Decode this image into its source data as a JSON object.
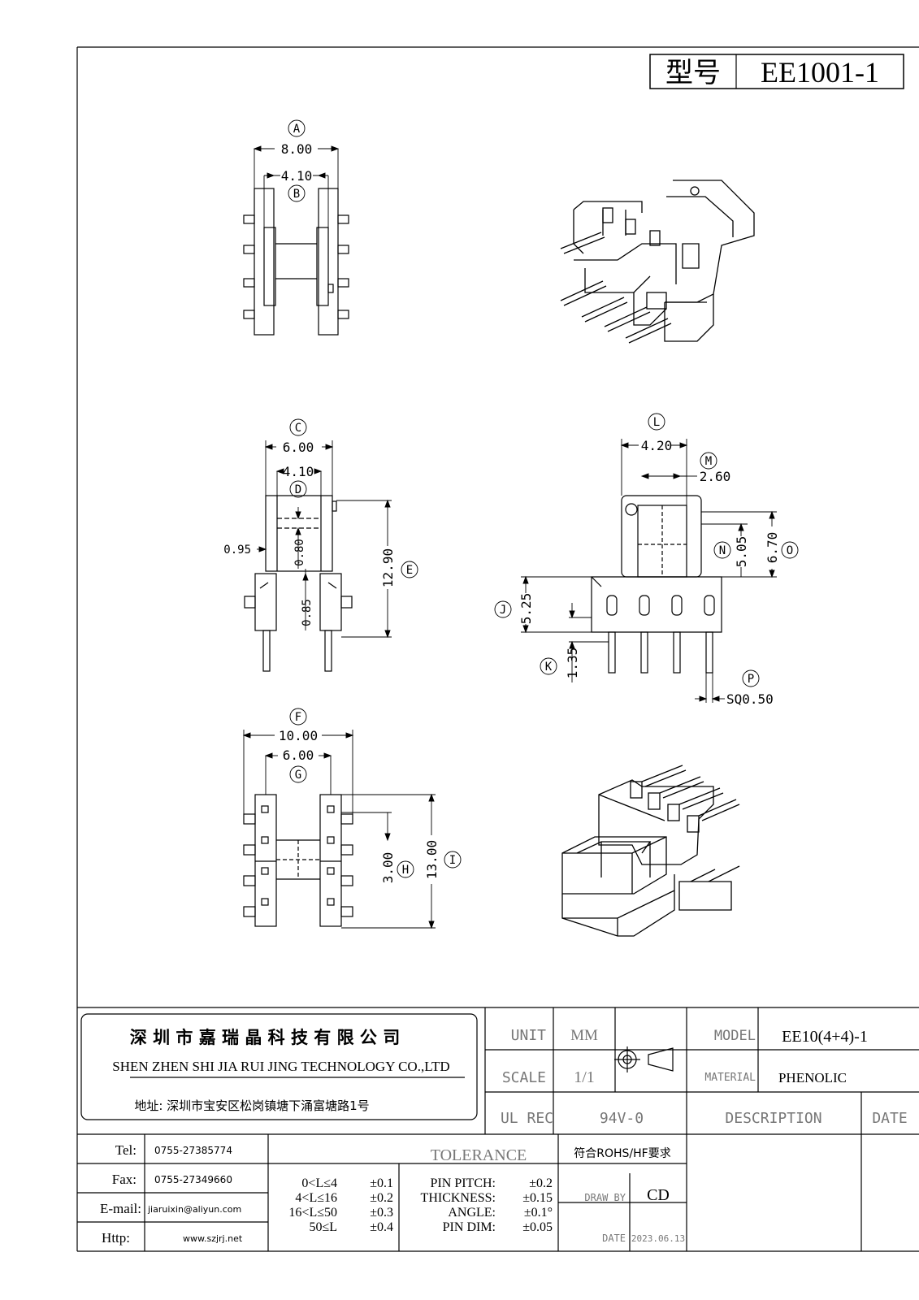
{
  "header": {
    "model_label": "型号",
    "model_value": "EE1001-1"
  },
  "views": {
    "top": {
      "dims": [
        {
          "id": "A",
          "value": "8.00"
        },
        {
          "id": "B",
          "value": "4.10"
        }
      ]
    },
    "front": {
      "dims": [
        {
          "id": "C",
          "value": "6.00"
        },
        {
          "id": "D",
          "value": "4.10"
        },
        {
          "id": "E",
          "value": "12.90"
        },
        {
          "value": "0.95"
        },
        {
          "value": "0.80"
        },
        {
          "value": "0.85"
        }
      ]
    },
    "side": {
      "dims": [
        {
          "id": "L",
          "value": "4.20"
        },
        {
          "id": "M",
          "value": "2.60"
        },
        {
          "id": "N",
          "value": "5.05"
        },
        {
          "id": "O",
          "value": "6.70"
        },
        {
          "id": "J",
          "value": "5.25"
        },
        {
          "id": "K",
          "value": "1.35"
        },
        {
          "id": "P",
          "value": "SQ0.50"
        }
      ]
    },
    "bottom": {
      "dims": [
        {
          "id": "F",
          "value": "10.00"
        },
        {
          "id": "G",
          "value": "6.00"
        },
        {
          "id": "H",
          "value": "3.00"
        },
        {
          "id": "I",
          "value": "13.00"
        }
      ]
    }
  },
  "title_block": {
    "company_cn": "深 圳 市 嘉 瑞 晶 科 技 有 限 公 司",
    "company_en": "SHEN ZHEN SHI  JIA RUI JING  TECHNOLOGY CO.,LTD",
    "address": "地址: 深圳市宝安区松岗镇塘下涌富塘路1号",
    "unit_label": "UNIT",
    "unit_value": "MM",
    "scale_label": "SCALE",
    "scale_value": "1/1",
    "ul_label": "UL REC",
    "ul_value": "94V-0",
    "model_label": "MODEL",
    "model_value": "EE10(4+4)-1",
    "material_label": "MATERIAL",
    "material_value": "PHENOLIC",
    "description_label": "DESCRIPTION",
    "date_label": "DATE",
    "contacts": [
      {
        "label": "Tel:",
        "value": "0755-27385774"
      },
      {
        "label": "Fax:",
        "value": "0755-27349660"
      },
      {
        "label": "E-mail:",
        "value": "jiaruixin@aliyun.com"
      },
      {
        "label": "Http:",
        "value": "www.szjrj.net"
      }
    ],
    "tolerance_label": "TOLERANCE",
    "tolerances_range": [
      {
        "range": "0<L≤4",
        "tol": "±0.1"
      },
      {
        "range": "4<L≤16",
        "tol": "±0.2"
      },
      {
        "range": "16<L≤50",
        "tol": "±0.3"
      },
      {
        "range": "50≤L",
        "tol": "±0.4"
      }
    ],
    "tolerances_other": [
      {
        "name": "PIN PITCH:",
        "tol": "±0.2"
      },
      {
        "name": "THICKNESS:",
        "tol": "±0.15"
      },
      {
        "name": "ANGLE:",
        "tol": "±0.1°"
      },
      {
        "name": "PIN DIM:",
        "tol": "±0.05"
      }
    ],
    "rohs": "符合ROHS/HF要求",
    "draw_by_label": "DRAW BY",
    "draw_by_value": "CD",
    "draw_date_label": "DATE",
    "draw_date_value": "2023.06.13"
  }
}
